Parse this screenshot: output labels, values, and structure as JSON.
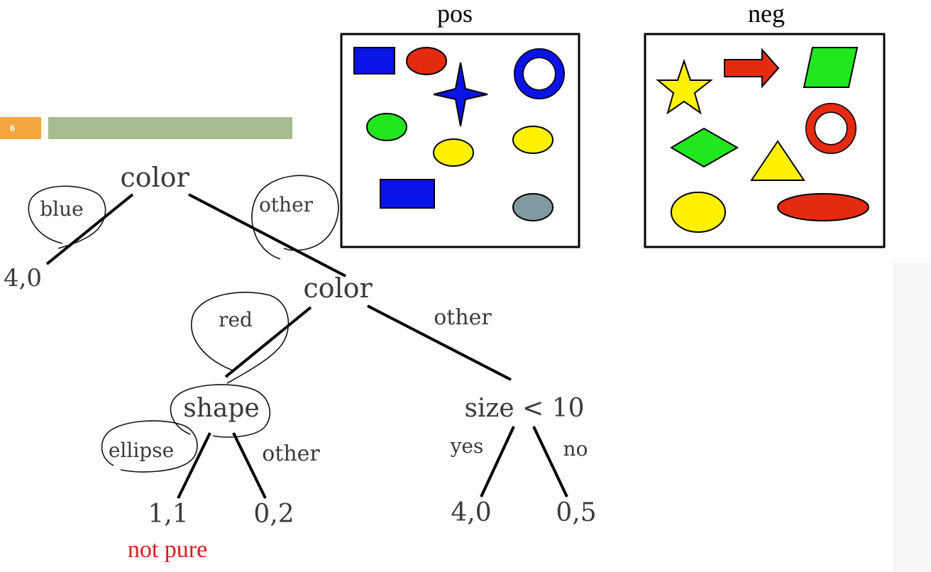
{
  "slide": {
    "page_number": "6"
  },
  "panels": {
    "pos_title": "pos",
    "neg_title": "neg"
  },
  "tree": {
    "root_label": "color",
    "root_left_edge": "blue",
    "root_right_edge": "other",
    "leaf_blue": "4,0",
    "node2_label": "color",
    "node2_left_edge": "red",
    "node2_right_edge": "other",
    "shape_node": "shape",
    "shape_left_edge": "ellipse",
    "shape_right_edge": "other",
    "leaf_ellipse": "1,1",
    "leaf_shape_other": "0,2",
    "size_node": "size < 10",
    "size_yes_edge": "yes",
    "size_no_edge": "no",
    "leaf_yes": "4,0",
    "leaf_no": "0,5",
    "annotation": "not pure"
  },
  "colors": {
    "blue": "#0a14e6",
    "red": "#e52a12",
    "green": "#22e61e",
    "yellow": "#fff200",
    "gray": "#7f9aa0",
    "annotation": "#e0191b",
    "badge": "#f4a63c",
    "title_bar": "#a8bb8e"
  }
}
